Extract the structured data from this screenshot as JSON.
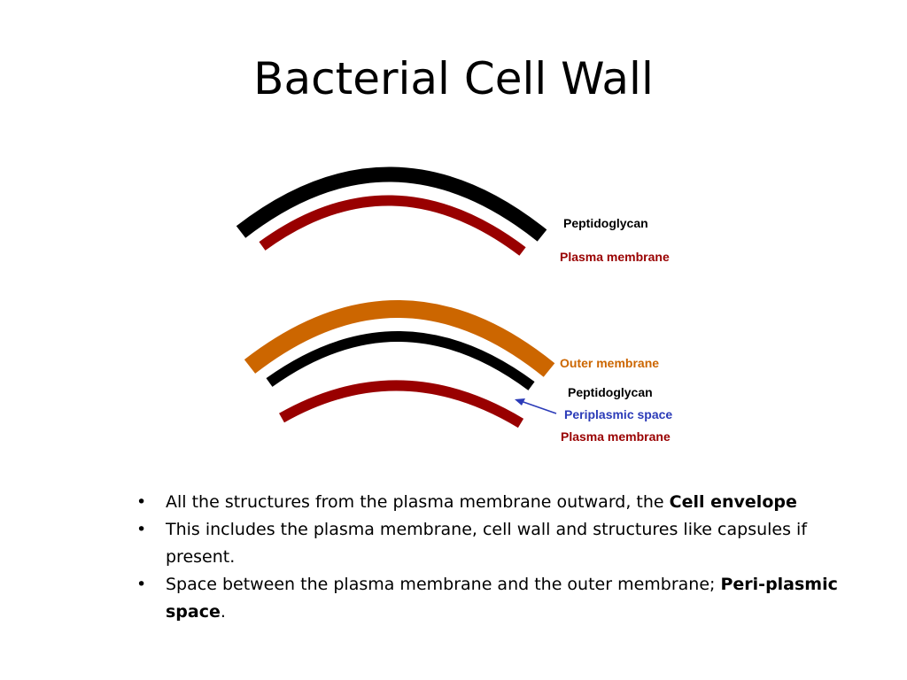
{
  "title": "Bacterial Cell Wall",
  "diagram_top": {
    "labels": {
      "peptidoglycan": "Peptidoglycan",
      "plasma_membrane": "Plasma membrane"
    }
  },
  "diagram_bottom": {
    "labels": {
      "outer_membrane": "Outer membrane",
      "peptidoglycan": "Peptidoglycan",
      "periplasmic_space": "Periplasmic space",
      "plasma_membrane": "Plasma membrane"
    }
  },
  "colors": {
    "peptidoglycan": "#000000",
    "plasma_membrane": "#990000",
    "outer_membrane": "#CC6600",
    "periplasmic_label": "#2B3BB8",
    "arrow": "#2B3BB8"
  },
  "bullets": [
    {
      "marker": "•",
      "text": "All the structures from the plasma membrane outward, the ",
      "bold": "Cell envelope",
      "tail": ""
    },
    {
      "marker": "•",
      "text": "This includes the plasma membrane, cell wall and structures like capsules if present.",
      "bold": "",
      "tail": ""
    },
    {
      "marker": "•",
      "text": "Space between the plasma membrane and the outer membrane; ",
      "bold": "Peri-plasmic space",
      "tail": "."
    }
  ]
}
